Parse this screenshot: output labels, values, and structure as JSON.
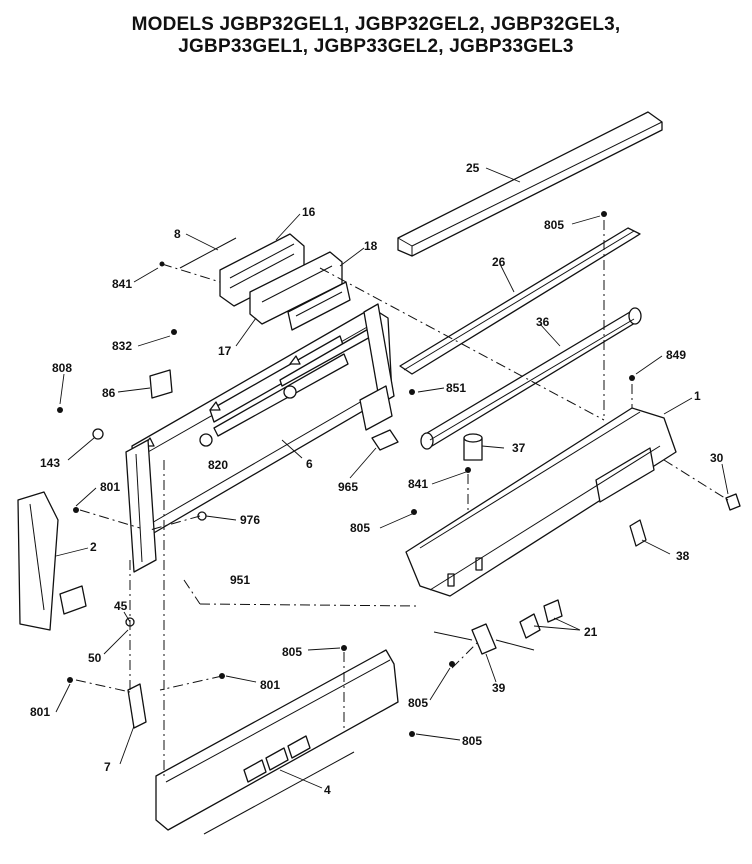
{
  "title": {
    "line1": "MODELS JGBP32GEL1, JGBP32GEL2, JGBP32GEL3,",
    "line2": "JGBP33GEL1, JGBP33GEL2, JGBP33GEL3"
  },
  "callouts": {
    "c25": "25",
    "c805a": "805",
    "c16": "16",
    "c8": "8",
    "c18": "18",
    "c841a": "841",
    "c26": "26",
    "c36": "36",
    "c832": "832",
    "c17": "17",
    "c849": "849",
    "c808": "808",
    "c86": "86",
    "c851": "851",
    "c1": "1",
    "c143": "143",
    "c820": "820",
    "c6": "6",
    "c37": "37",
    "c965": "965",
    "c30": "30",
    "c801a": "801",
    "c841b": "841",
    "c976": "976",
    "c2": "2",
    "c805b": "805",
    "c38": "38",
    "c951": "951",
    "c45": "45",
    "c21": "21",
    "c50": "50",
    "c805c": "805",
    "c801b": "801",
    "c39": "39",
    "c801c": "801",
    "c805d": "805",
    "c7": "7",
    "c805e": "805",
    "c4": "4"
  }
}
